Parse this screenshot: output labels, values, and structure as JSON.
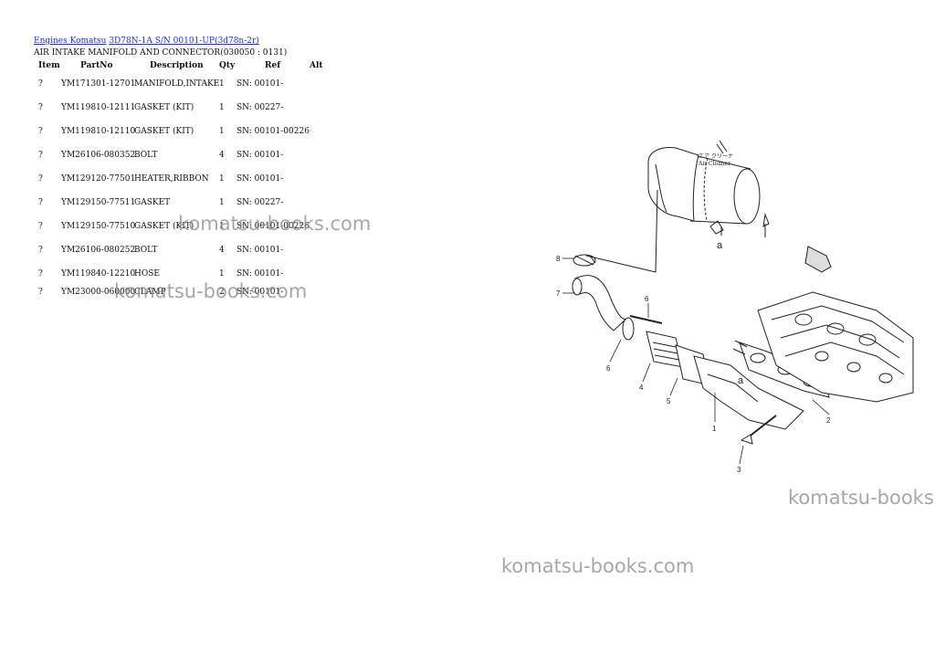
{
  "breadcrumb": {
    "engines": "Engines Komatsu",
    "model": "3D78N-1A S/N 00101-UP(3d78n-2r)"
  },
  "section_title": "AIR INTAKE MANIFOLD AND CONNECTOR(030050 : 0131)",
  "table": {
    "headers": [
      "Item",
      "PartNo",
      "Description",
      "Qty",
      "Ref",
      "Alt"
    ],
    "rows": [
      {
        "item": "?",
        "part": "YM171301-12701",
        "desc": "MANIFOLD,INTAKE",
        "qty": "1",
        "ref": "SN: 00101-"
      },
      {
        "item": "?",
        "part": "YM119810-12111",
        "desc": "GASKET (KIT)",
        "qty": "1",
        "ref": "SN: 00227-"
      },
      {
        "item": "?",
        "part": "YM119810-12110",
        "desc": "GASKET (KIT)",
        "qty": "1",
        "ref": "SN: 00101-00226"
      },
      {
        "item": "?",
        "part": "YM26106-080352",
        "desc": "BOLT",
        "qty": "4",
        "ref": "SN: 00101-"
      },
      {
        "item": "?",
        "part": "YM129120-77501",
        "desc": "HEATER,RIBBON",
        "qty": "1",
        "ref": "SN: 00101-"
      },
      {
        "item": "?",
        "part": "YM129150-77511",
        "desc": "GASKET",
        "qty": "1",
        "ref": "SN: 00227-"
      },
      {
        "item": "?",
        "part": "YM129150-77510",
        "desc": "GASKET (KIT)",
        "qty": "1",
        "ref": "SN: 00101-00226"
      },
      {
        "item": "?",
        "part": "YM26106-080252",
        "desc": "BOLT",
        "qty": "4",
        "ref": "SN: 00101-"
      },
      {
        "item": "?",
        "part": "YM119840-12210",
        "desc": "HOSE",
        "qty": "1",
        "ref": "SN: 00101-"
      },
      {
        "item": "?",
        "part": "YM23000-060000",
        "desc": "CLAMP",
        "qty": "2",
        "ref": "SN: 00101-"
      }
    ]
  },
  "diagram": {
    "callouts": [
      "1",
      "2",
      "3",
      "4",
      "5",
      "6",
      "6",
      "7",
      "8"
    ],
    "ref_letter": "a",
    "cleaner_label_1": "エア クリーナ",
    "cleaner_label_2": "Air Cleaner"
  },
  "watermark": "komatsu-books.com",
  "colors": {
    "link": "#2233bb",
    "watermark": "#8a8a8a",
    "line": "#222222"
  }
}
